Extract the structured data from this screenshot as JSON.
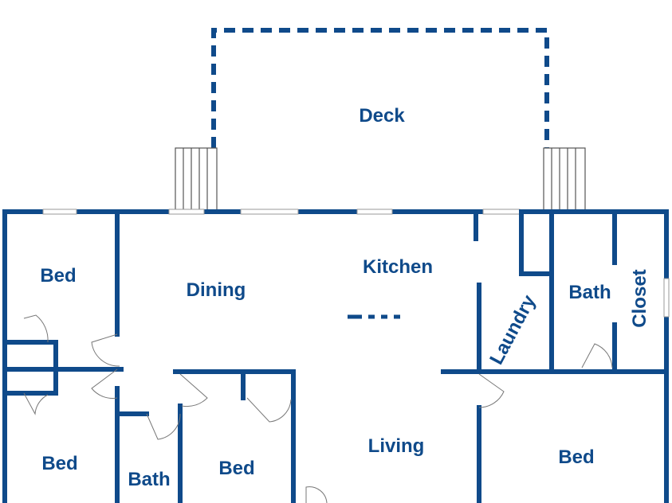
{
  "rooms": {
    "deck": "Deck",
    "bed_top_left": "Bed",
    "dining": "Dining",
    "kitchen": "Kitchen",
    "laundry": "Laundry",
    "bath_right": "Bath",
    "closet": "Closet",
    "bed_bottom_left": "Bed",
    "bath_bottom": "Bath",
    "bed_bottom_middle": "Bed",
    "living": "Living",
    "bed_bottom_right": "Bed"
  },
  "colors": {
    "wall": "#0f4a8a",
    "background": "#ffffff"
  }
}
